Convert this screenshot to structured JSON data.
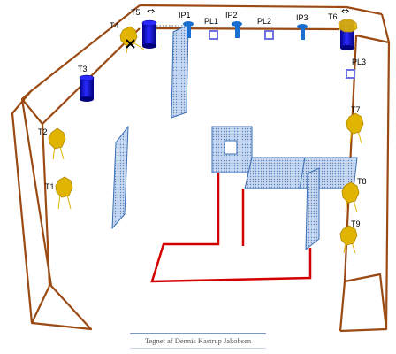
{
  "colors": {
    "frame": "#9a4a12",
    "panel_fill": "#c8d8f0",
    "panel_stroke": "#3a6fb3",
    "pipe": "#d40000",
    "lamp": "#e0b400",
    "speaker": "#1010d0",
    "ip_fixture": "#1a6fd0",
    "pl_fixture": "#7070e0",
    "x_mark": "#000000"
  },
  "labels": {
    "t5": "T5",
    "t6": "T6",
    "t4": "T4",
    "t3": "T3",
    "t2": "T2",
    "t1": "T1",
    "t7": "T7",
    "t8": "T8",
    "t9": "T9",
    "ip1": "IP1",
    "ip2": "IP2",
    "ip3": "IP3",
    "pl1": "PL1",
    "pl2": "PL2",
    "pl3": "PL3"
  },
  "icons": {
    "double_arrow": "double-arrow",
    "x_mark": "cross-mark",
    "lamp": "octagon-lamp",
    "speaker": "cylinder-speaker",
    "spot": "spot-light",
    "pl": "square-light"
  },
  "arrows": {
    "t5_arrow": "⇔",
    "t6_arrow": "⇔"
  },
  "caption": "Tegnet af Dennis Kastrup Jakobsen"
}
